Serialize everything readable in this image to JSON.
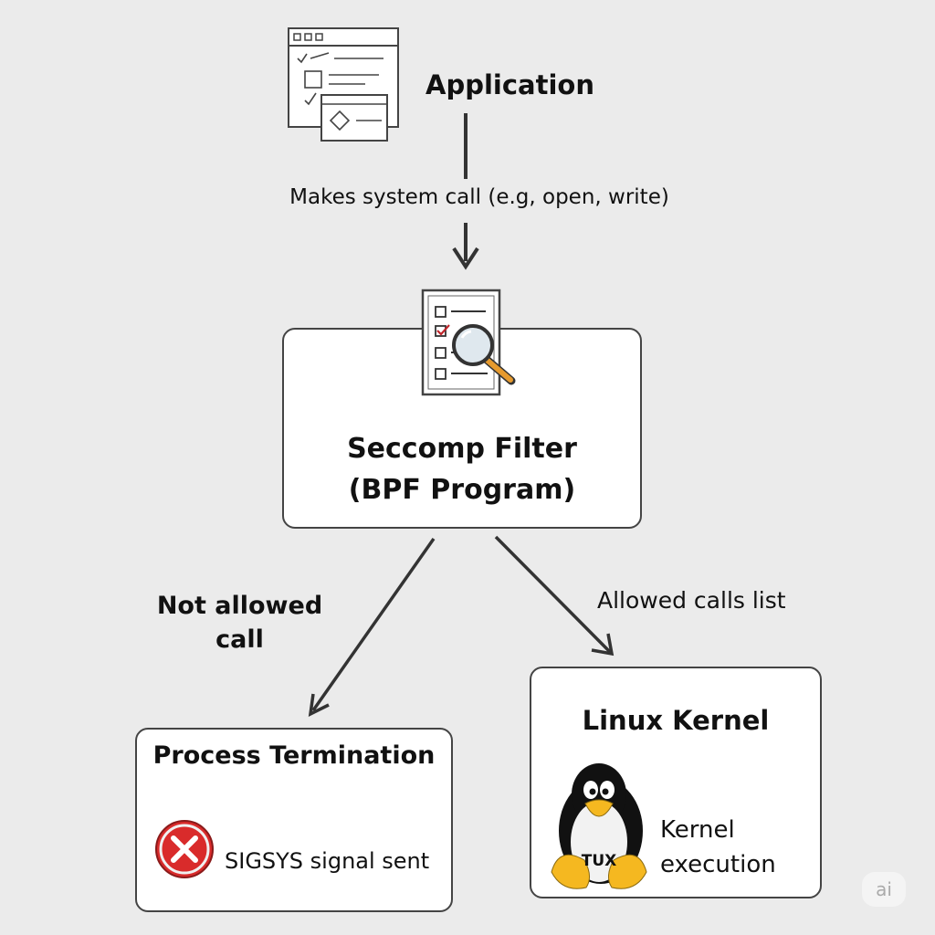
{
  "application": {
    "title": "Application",
    "icon": "app-window-icon"
  },
  "edge_syscall": {
    "label": "Makes system call (e.g, open, write)"
  },
  "filter": {
    "line1": "Seccomp Filter",
    "line2": "(BPF Program)",
    "icon": "checklist-magnifier-icon"
  },
  "edge_denied": {
    "line1": "Not allowed",
    "line2": "call"
  },
  "edge_allowed": {
    "label": "Allowed calls list"
  },
  "termination": {
    "title": "Process Termination",
    "detail": "SIGSYS signal sent",
    "icon": "error-x-icon",
    "icon_color": "#d92b2b"
  },
  "kernel": {
    "title": "Linux Kernel",
    "line1": "Kernel",
    "line2": "execution",
    "icon": "tux-penguin-icon",
    "mascot_text": "TUX"
  },
  "watermark": {
    "text": "ai"
  }
}
